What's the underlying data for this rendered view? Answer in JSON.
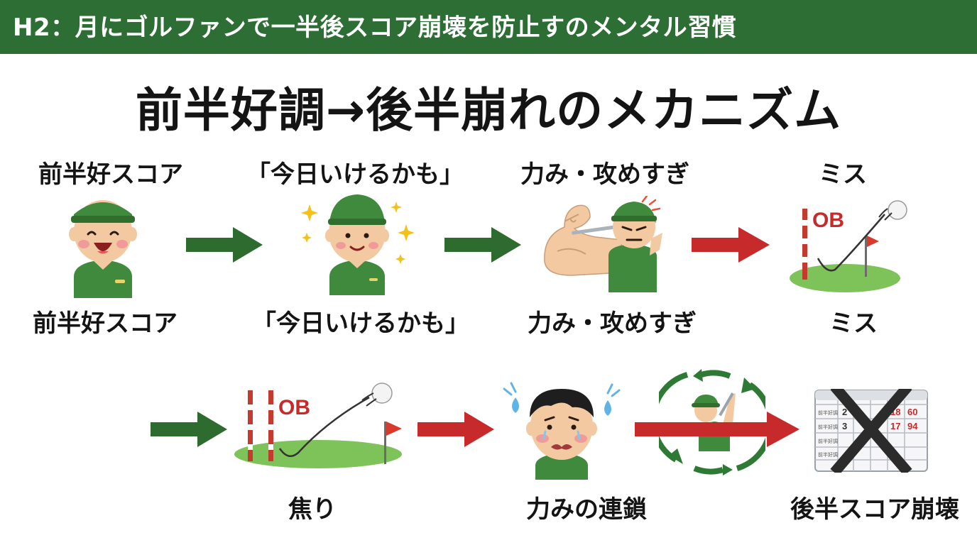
{
  "header": {
    "title": "H2：月にゴルファンで一半後スコア崩壊を防止すのメンタル習慣"
  },
  "main_title": "前半好調→後半崩れのメカニズム",
  "row1": {
    "top_labels": [
      "前半好スコア",
      "「今日いけるかも」",
      "力み・攻めすぎ",
      "ミス"
    ],
    "bottom_labels": [
      "前半好スコア",
      "「今日いけるかも」",
      "力み・攻めすぎ",
      "ミス"
    ]
  },
  "row2": {
    "labels": [
      "焦り",
      "力みの連鎖",
      "後半スコア崩壊"
    ]
  },
  "illustrations": {
    "ob_text_1": "OB",
    "ob_text_2": "OB",
    "scorecard": {
      "rows": [
        "前半好調",
        "前半好調",
        "前半好調",
        "前半好調"
      ],
      "cells_a": [
        "2",
        "3"
      ],
      "cells_b": [
        "18",
        "17"
      ],
      "cells_c": [
        "60",
        "94"
      ]
    }
  },
  "colors": {
    "banner": "#2c6e33",
    "green_arrow": "#2e6b2e",
    "red_arrow": "#c62a2a",
    "shirt_green": "#3f8a3c",
    "cross": "#2b2b2b"
  }
}
